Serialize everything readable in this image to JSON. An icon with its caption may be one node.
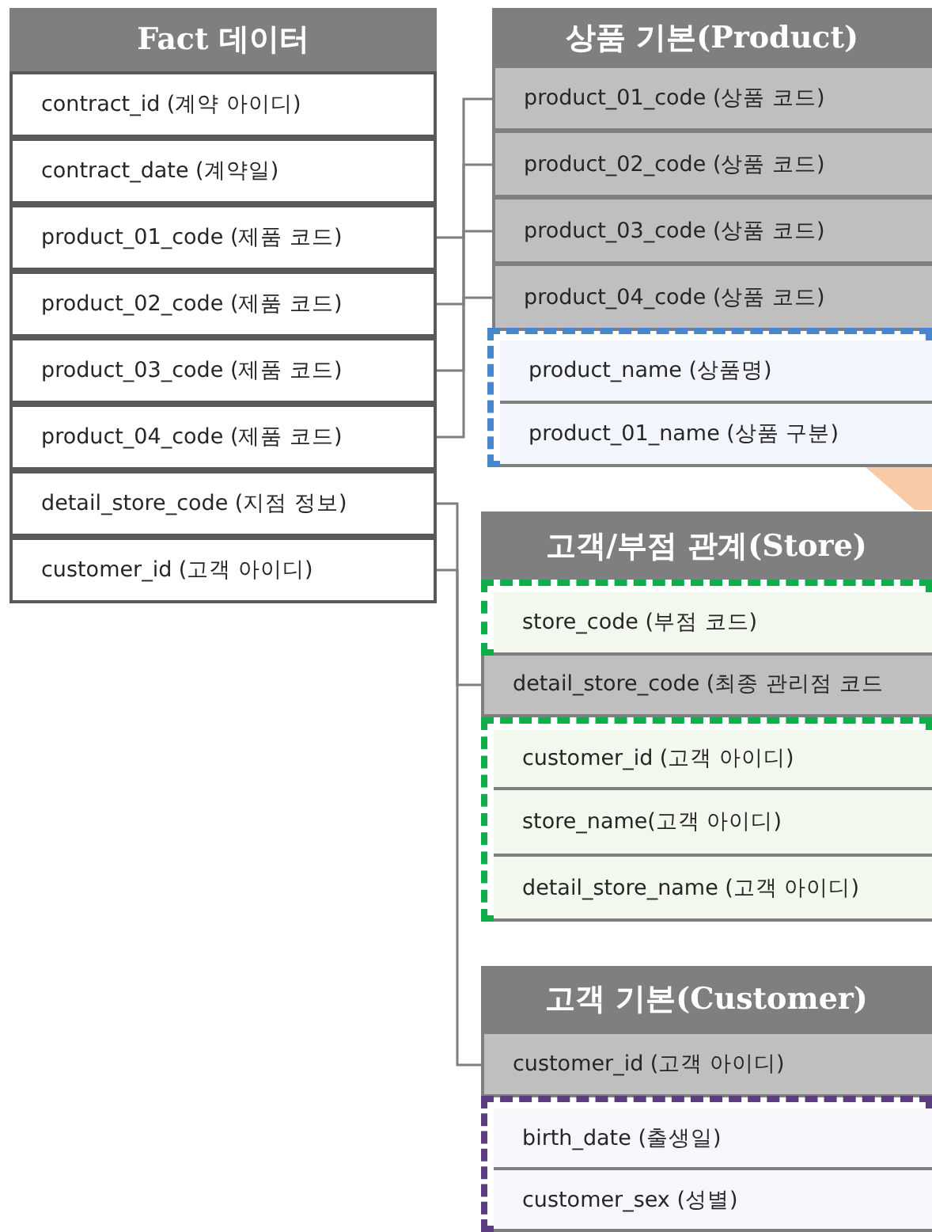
{
  "diagram": {
    "nodes": [
      {
        "text": [
          "Fact  데이터"
        ]
      },
      {
        "text": [
          "contract_id (계약 아이디)"
        ]
      },
      {
        "text": [
          "contract_date (계약일)"
        ]
      },
      {
        "text": [
          "product_01_code (제품 코드)"
        ]
      },
      {
        "text": [
          "product_02_code (제품 코드)"
        ]
      },
      {
        "text": [
          "product_03_code (제품 코드)"
        ]
      },
      {
        "text": [
          "product_04_code (제품 코드)"
        ]
      },
      {
        "text": [
          "detail_store_code (지점 정보)"
        ]
      },
      {
        "text": [
          "customer_id (고객 아이디)"
        ]
      },
      {
        "text": [
          "상품 기본(Product)"
        ]
      },
      {
        "text": [
          "product_01_code (상품 코드)"
        ]
      },
      {
        "text": [
          "product_02_code (상품 코드)"
        ]
      },
      {
        "text": [
          "product_03_code (상품 코드)"
        ]
      },
      {
        "text": [
          "product_04_code (상품 코드)"
        ]
      },
      {
        "text": [],
        "shape": "box"
      },
      {
        "text": [
          "product_name (상품명)"
        ],
        "in": 14
      },
      {
        "text": [
          "product_01_name (상품 구분)"
        ],
        "in": 14
      },
      {
        "text": [
          "고객/부점 관계(Store)"
        ]
      },
      {
        "text": [],
        "shape": "box"
      },
      {
        "text": [
          "store_code (부점 코드)"
        ],
        "in": 18
      },
      {
        "text": [
          "detail_store_code (최종 관리점 코드"
        ]
      },
      {
        "text": [],
        "shape": "box"
      },
      {
        "text": [
          "customer_id (고객 아이디)"
        ],
        "in": 21
      },
      {
        "text": [
          "store_name(고객 아이디)"
        ],
        "in": 21
      },
      {
        "text": [
          "detail_store_name (고객 아이디)"
        ],
        "in": 21
      },
      {
        "text": [
          "고객 기본(Customer)"
        ]
      },
      {
        "text": [
          "customer_id (고객 아이디)"
        ]
      },
      {
        "text": [],
        "shape": "box"
      },
      {
        "text": [
          "birth_date (출생일)"
        ],
        "in": 27
      },
      {
        "text": [
          "customer_sex (성별)"
        ],
        "in": 27
      }
    ],
    "edges": [
      {
        "from": 3,
        "to": 10,
        "arrow": "none"
      },
      {
        "from": 4,
        "to": 11,
        "arrow": "none"
      },
      {
        "from": 5,
        "to": 12,
        "arrow": "none"
      },
      {
        "from": 6,
        "to": 13,
        "arrow": "none"
      },
      {
        "from": 7,
        "to": 20,
        "arrow": "none"
      },
      {
        "from": 8,
        "to": 26,
        "arrow": "none"
      }
    ]
  }
}
